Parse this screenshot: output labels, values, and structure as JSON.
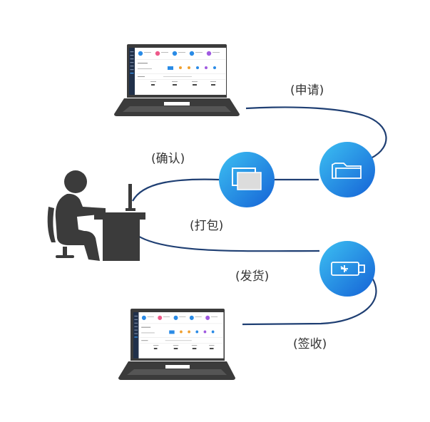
{
  "labels": {
    "apply": "(申请)",
    "confirm": "(确认)",
    "pack": "(打包)",
    "ship": "(发货)",
    "receive": "(签收)"
  },
  "colors": {
    "line": "#1f3f73",
    "circle_light": "#35b1ee",
    "circle_dark": "#1668d9",
    "laptop": "#3b3b3b",
    "person": "#3b3b3b"
  },
  "icons": {
    "top_laptop": "laptop-icon",
    "bottom_laptop": "laptop-icon",
    "worker": "person-at-desk-icon",
    "folder": "folder-icon",
    "documents": "documents-icon",
    "usb": "usb-key-icon"
  }
}
